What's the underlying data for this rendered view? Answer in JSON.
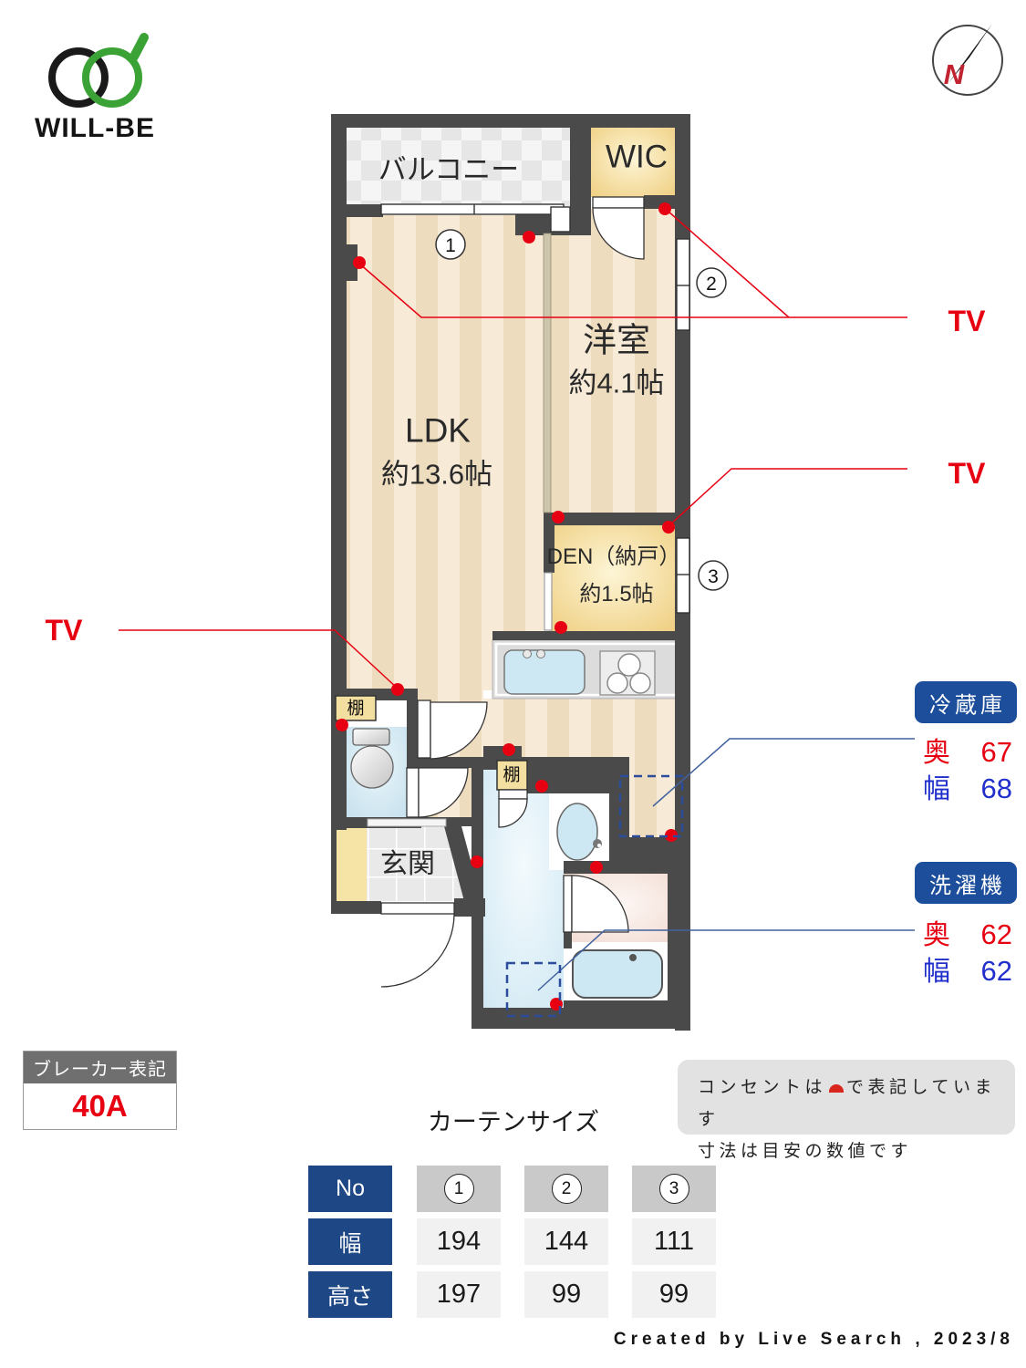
{
  "branding": {
    "logo_text": "WILL-BE"
  },
  "compass": {
    "north_label": "N"
  },
  "floor_plan": {
    "balcony": "バルコニー",
    "wic": "WIC",
    "western_room": {
      "name": "洋室",
      "size": "約4.1帖"
    },
    "ldk": {
      "name": "LDK",
      "size": "約13.6帖"
    },
    "den": {
      "name": "DEN（納戸）",
      "size": "約1.5帖"
    },
    "entrance": "玄関",
    "shelf_left": "棚",
    "shelf_center": "棚",
    "tv_top_right": "TV",
    "tv_mid_right": "TV",
    "tv_left": "TV",
    "markers": [
      "1",
      "2",
      "3"
    ]
  },
  "appliances": {
    "fridge": {
      "title": "冷蔵庫",
      "rows": [
        {
          "label": "奥",
          "value": "67"
        },
        {
          "label": "幅",
          "value": "68"
        }
      ]
    },
    "washer": {
      "title": "洗濯機",
      "rows": [
        {
          "label": "奥",
          "value": "62"
        },
        {
          "label": "幅",
          "value": "62"
        }
      ]
    }
  },
  "breaker": {
    "title": "ブレーカー表記",
    "value": "40A"
  },
  "notes": {
    "line1_pre": "コンセントは",
    "line1_post": "で表記しています",
    "line2": "寸法は目安の数値です"
  },
  "curtain_table": {
    "title": "カーテンサイズ",
    "row_headers": [
      "No",
      "幅",
      "高さ"
    ],
    "columns": [
      "1",
      "2",
      "3"
    ],
    "rows": {
      "width": [
        "194",
        "144",
        "111"
      ],
      "height": [
        "197",
        "99",
        "99"
      ]
    }
  },
  "footer": {
    "credit": "Created by Live Search , 2023/8"
  }
}
